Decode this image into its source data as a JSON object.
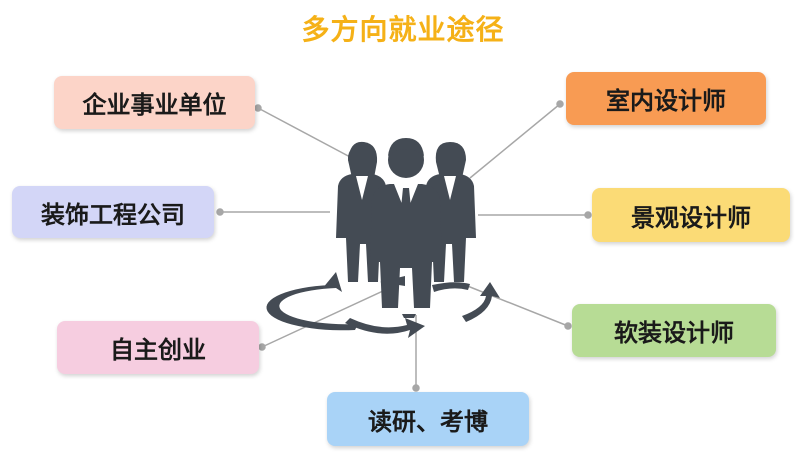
{
  "title": "多方向就业途径",
  "boxes": [
    {
      "id": "enterprise",
      "label": "企业事业单位",
      "color": "#fcd4c8"
    },
    {
      "id": "decoration",
      "label": "装饰工程公司",
      "color": "#d3d6f7"
    },
    {
      "id": "startup",
      "label": "自主创业",
      "color": "#f6cde0"
    },
    {
      "id": "study",
      "label": "读研、考博",
      "color": "#a9d3f7"
    },
    {
      "id": "interior",
      "label": "室内设计师",
      "color": "#f89b53"
    },
    {
      "id": "landscape",
      "label": "景观设计师",
      "color": "#fbdb76"
    },
    {
      "id": "soft",
      "label": "软装设计师",
      "color": "#b7dc95"
    }
  ],
  "colors": {
    "figure": "#444b54",
    "shirt": "#ffffff",
    "connector": "#a7a7a7",
    "title": "#f5b117"
  }
}
